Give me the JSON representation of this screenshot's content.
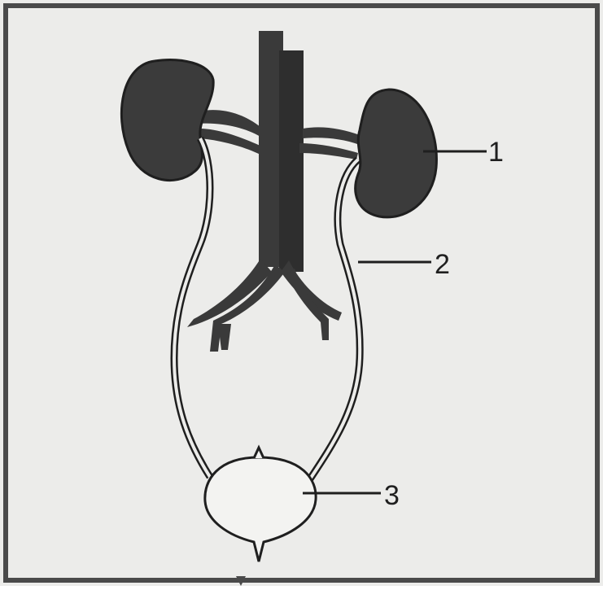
{
  "diagram": {
    "labels": {
      "kidney": "1",
      "ureter": "2",
      "bladder": "3"
    },
    "colors": {
      "background": "#ececea",
      "organ_fill": "#3b3b3b",
      "vessel_fill": "#3a3a3a",
      "outline": "#1f1f1f"
    }
  }
}
